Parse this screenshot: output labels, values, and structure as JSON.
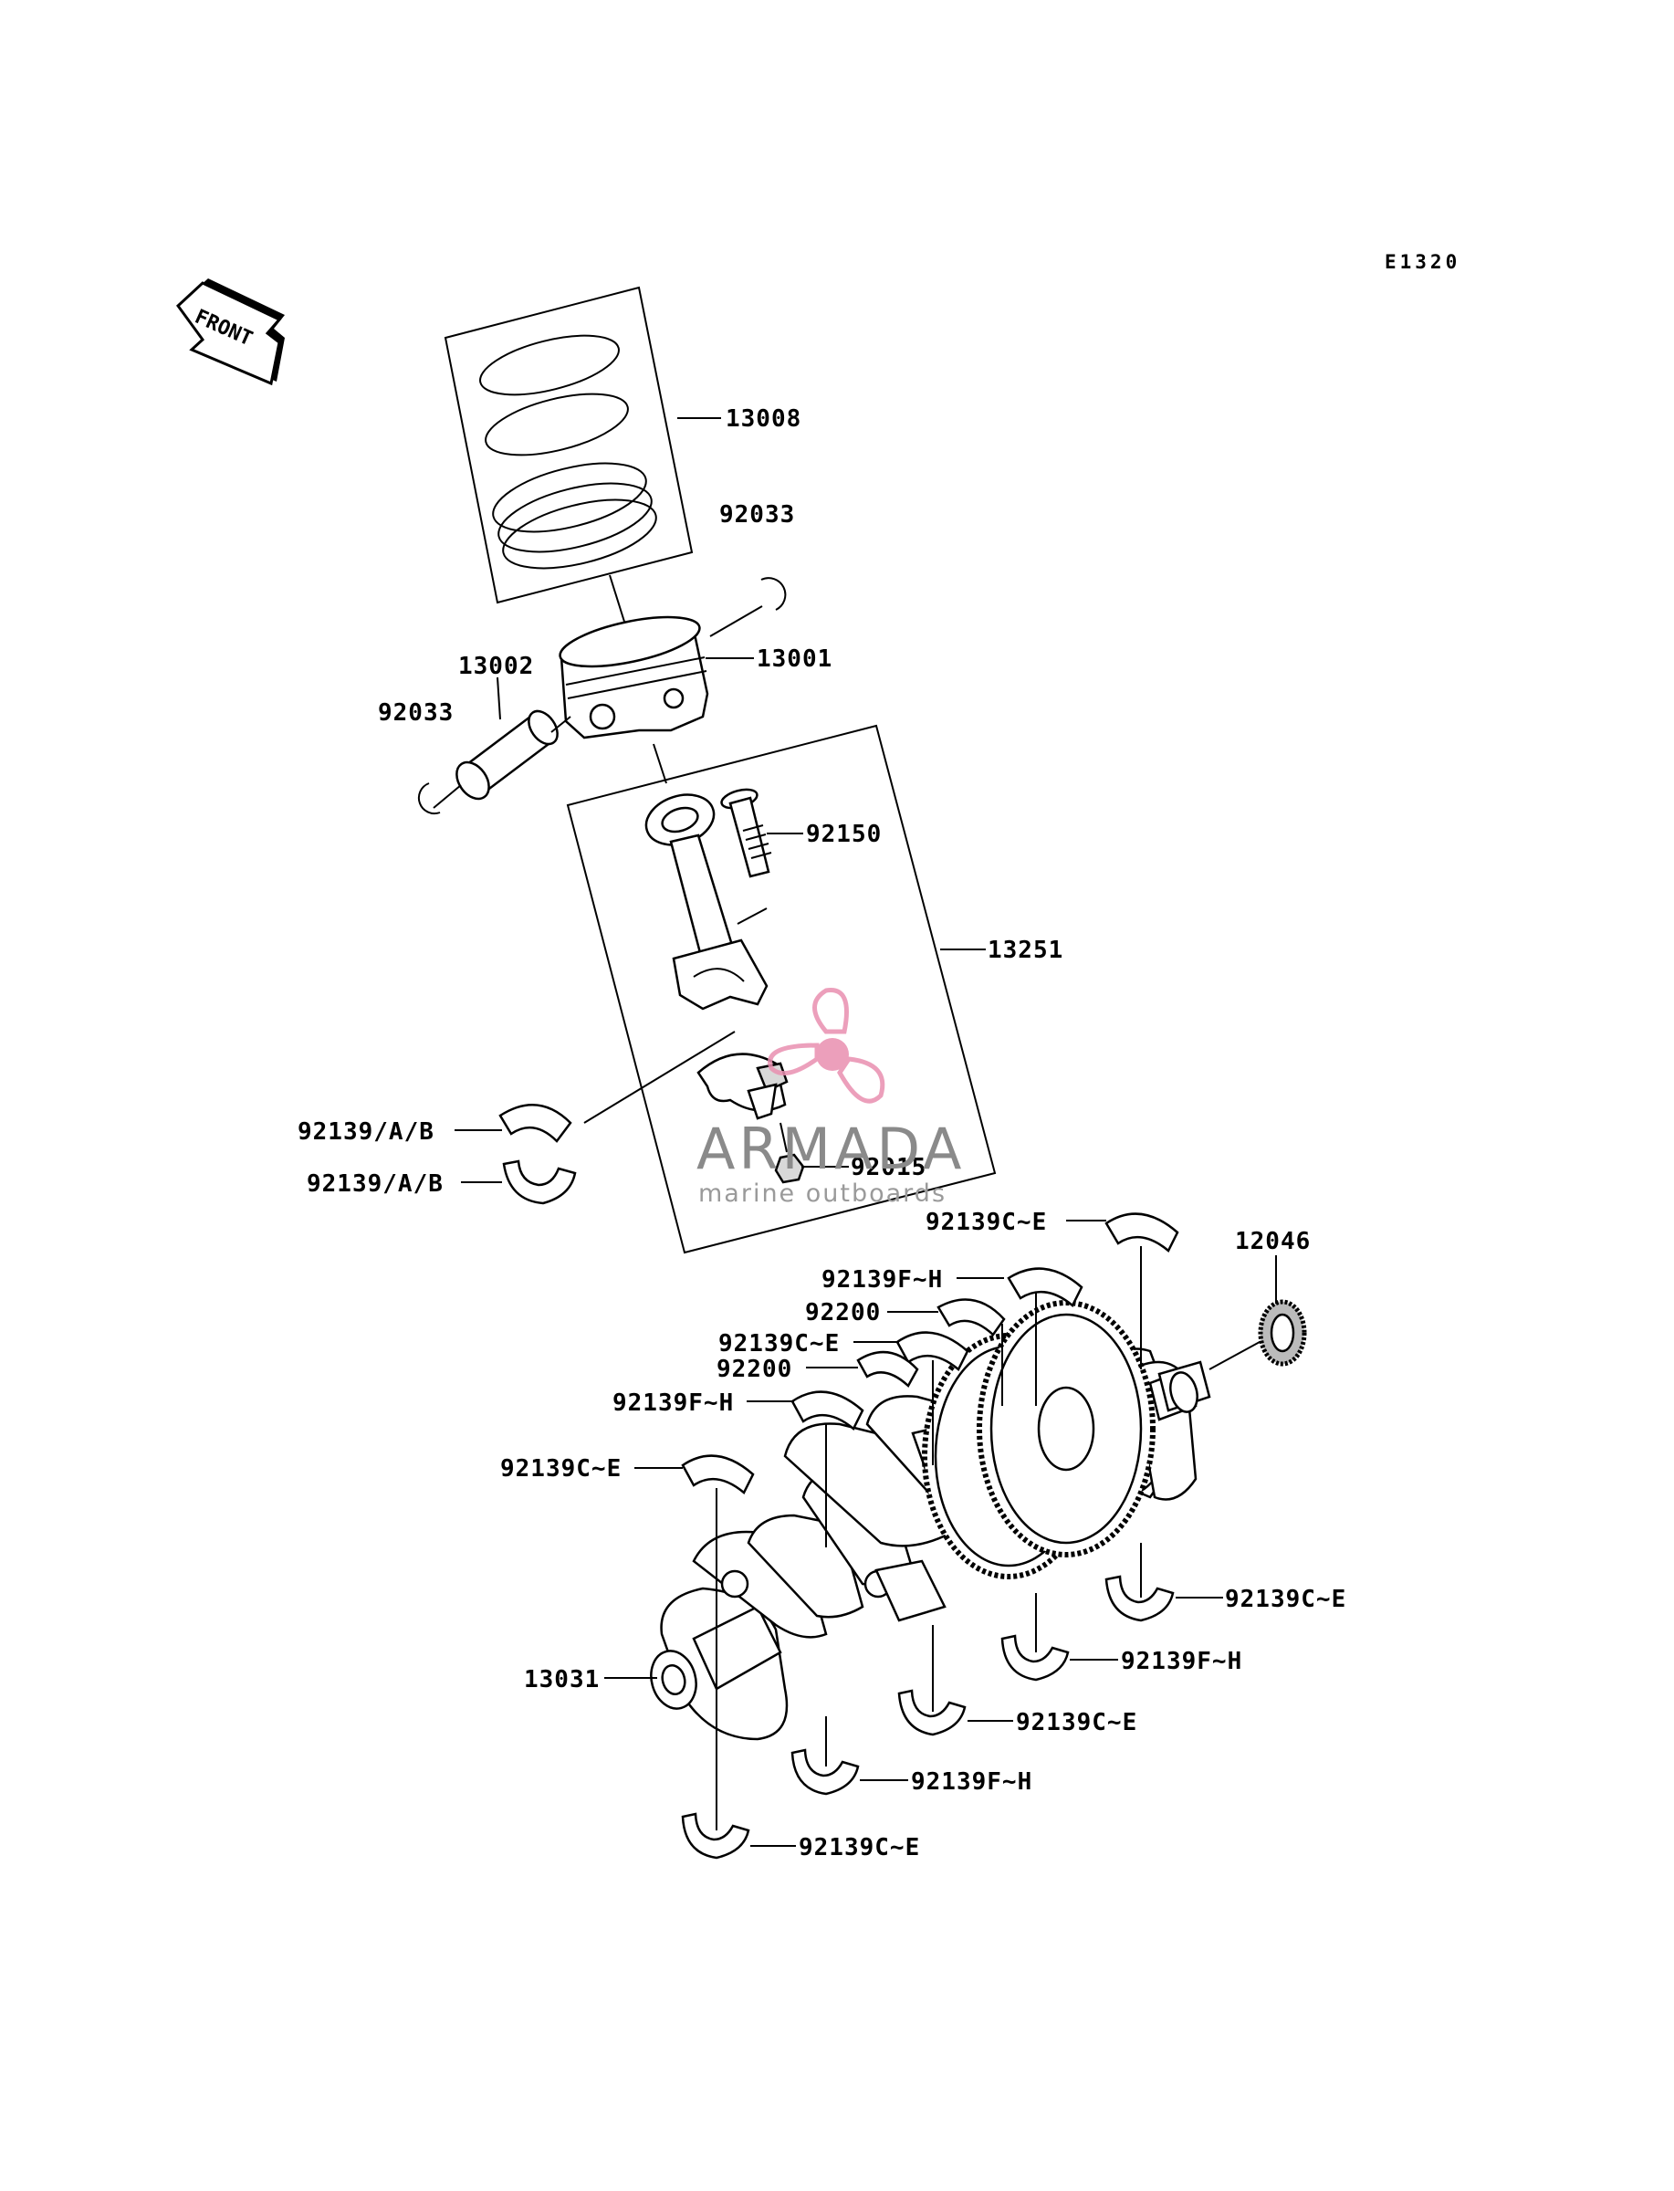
{
  "diagram": {
    "code": "E1320",
    "front_label": "FRONT"
  },
  "watermark": {
    "title": "ARMADA",
    "subtitle": "marine outboards",
    "color": "#e98fb0"
  },
  "labels": [
    {
      "id": "13008",
      "text": "13008"
    },
    {
      "id": "92033-upper",
      "text": "92033"
    },
    {
      "id": "13001",
      "text": "13001"
    },
    {
      "id": "13002",
      "text": "13002"
    },
    {
      "id": "92033-lower",
      "text": "92033"
    },
    {
      "id": "92150",
      "text": "92150"
    },
    {
      "id": "13251",
      "text": "13251"
    },
    {
      "id": "92139-ab-1",
      "text": "92139/A/B"
    },
    {
      "id": "92139-ab-2",
      "text": "92139/A/B"
    },
    {
      "id": "92015",
      "text": "92015"
    },
    {
      "id": "92139ce-1",
      "text": "92139C~E"
    },
    {
      "id": "12046",
      "text": "12046"
    },
    {
      "id": "92139fh-1",
      "text": "92139F~H"
    },
    {
      "id": "92200-1",
      "text": "92200"
    },
    {
      "id": "92139ce-2",
      "text": "92139C~E"
    },
    {
      "id": "92200-2",
      "text": "92200"
    },
    {
      "id": "92139fh-2",
      "text": "92139F~H"
    },
    {
      "id": "92139ce-3",
      "text": "92139C~E"
    },
    {
      "id": "92139ce-4",
      "text": "92139C~E"
    },
    {
      "id": "13031",
      "text": "13031"
    },
    {
      "id": "92139fh-3",
      "text": "92139F~H"
    },
    {
      "id": "92139ce-5",
      "text": "92139C~E"
    },
    {
      "id": "92139fh-4",
      "text": "92139F~H"
    },
    {
      "id": "92139ce-6",
      "text": "92139C~E"
    }
  ]
}
